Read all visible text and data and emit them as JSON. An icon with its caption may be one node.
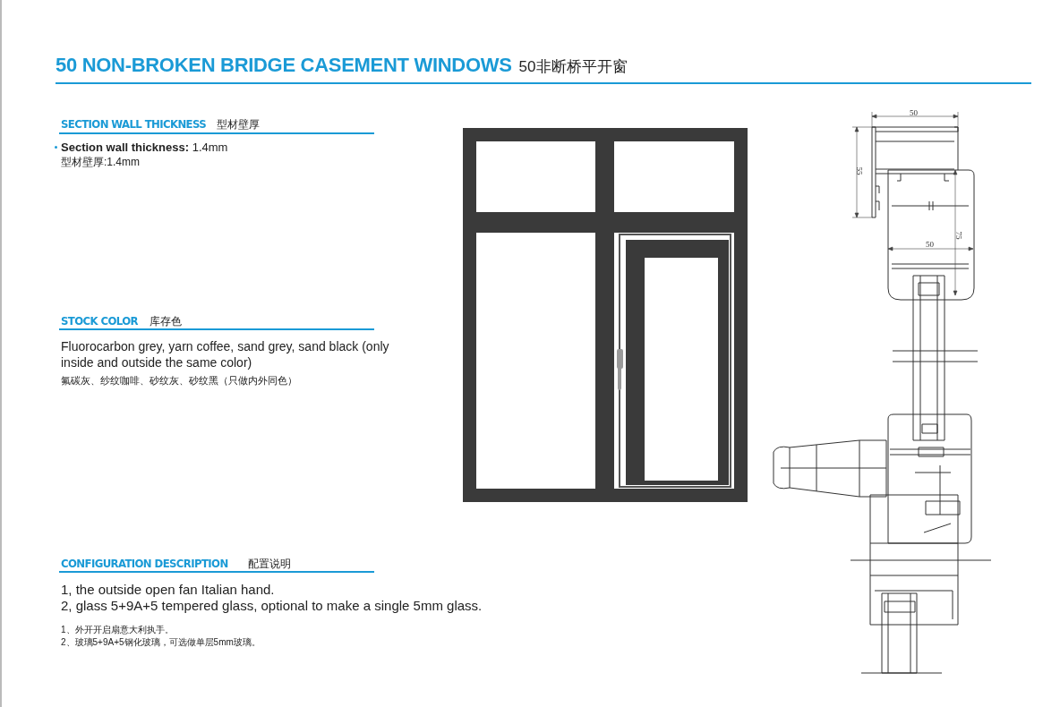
{
  "diagram": {
    "title": "50 NON-BROKEN BRIDGE CASEMENT WINDOWS",
    "labels": [
      "50非断桥平开窗",
      "SECTION WALL THICKNESS",
      "型材壁厚",
      "**Section wall thickness:** 1.4mm",
      "型材壁厚:1.4mm",
      "STOCK COLOR",
      "库存色",
      "Fluorocarbon grey, yarn coffee, sand grey, sand black (only inside and outside the same color)",
      "氟碳灰、纱纹咖啡、砂纹灰、砂纹黑（只做内外同色）",
      "CONFIGURATION DESCRIPTION",
      "配置说明",
      "1, the outside open fan Italian hand.",
      "2, glass 5+9A+5 tempered glass, optional to make a single 5mm glass.",
      "1、外开开启扇意大利执手。",
      "2、玻璃5+9A+5钢化玻璃，可选做单层5mm玻璃。",
      "50",
      "55",
      "50",
      "75"
    ]
  }
}
